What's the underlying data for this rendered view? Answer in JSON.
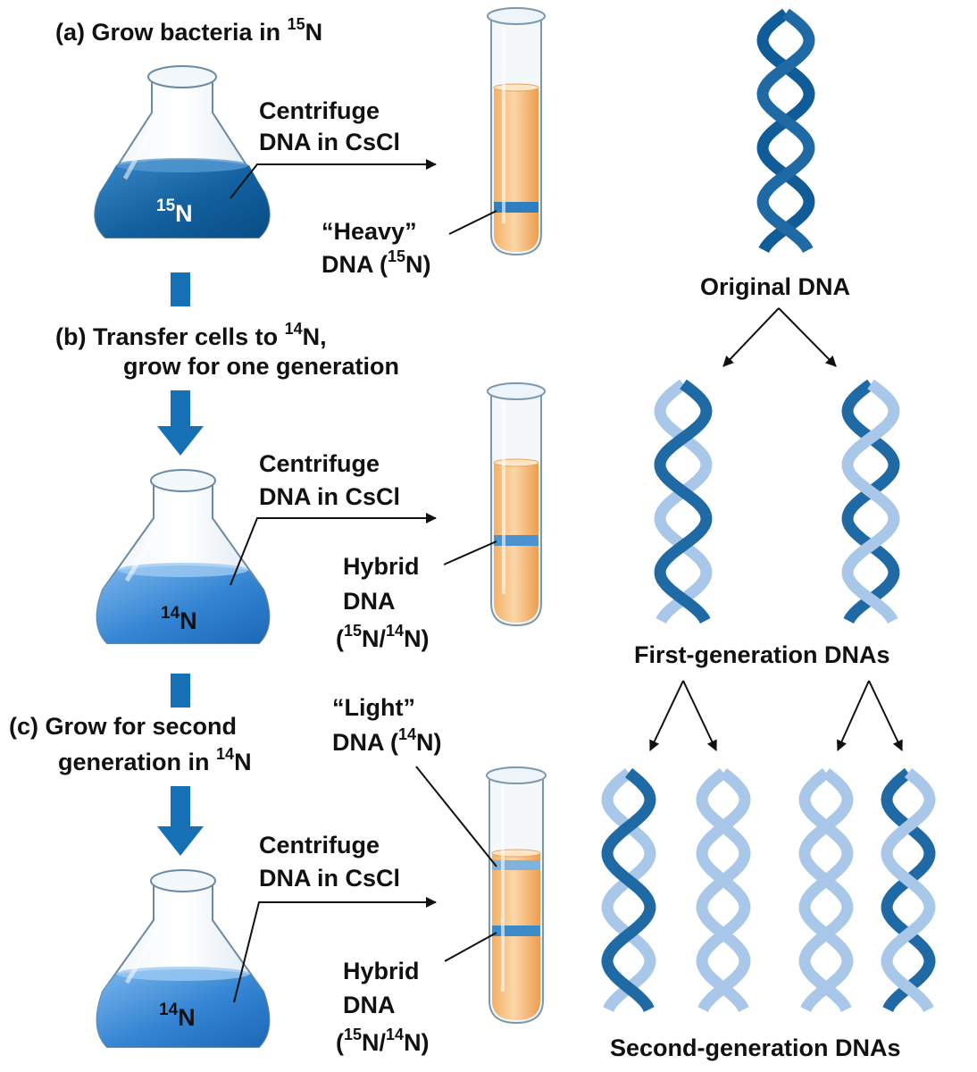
{
  "step_a": {
    "label": "(a) Grow bacteria in ",
    "sup": "15",
    "after": "N"
  },
  "step_b": {
    "line1": "(b) Transfer cells to ",
    "sup": "14",
    "after": "N,",
    "line2": "grow for one generation"
  },
  "step_c": {
    "line1": "(c) Grow for second",
    "line2": "generation in ",
    "sup": "14",
    "after": "N"
  },
  "centrifuge": {
    "line1": "Centrifuge",
    "line2": "DNA in CsCl"
  },
  "flask_a": {
    "sup": "15",
    "base": "N"
  },
  "flask_b": {
    "sup": "14",
    "base": "N"
  },
  "flask_c": {
    "sup": "14",
    "base": "N"
  },
  "heavy": {
    "line1": "“Heavy”",
    "line2a": "DNA (",
    "sup": "15",
    "line2b": "N)"
  },
  "hybrid": {
    "line1": "Hybrid",
    "line2": "DNA",
    "l3a": "(",
    "sup1": "15",
    "l3b": "N/",
    "sup2": "14",
    "l3c": "N)"
  },
  "light": {
    "line1": "“Light”",
    "line2a": "DNA (",
    "sup": "14",
    "line2b": "N)"
  },
  "dna": {
    "original": "Original DNA",
    "first_gen": "First-generation DNAs",
    "second_gen": "Second-generation DNAs"
  },
  "colors": {
    "heavy_strand": "#1f6aa5",
    "light_strand": "#a9c7e9",
    "medium_dark": "#0f5c99",
    "medium_light": "#3c8fd6",
    "tube_fill": "#f6be80",
    "band": "#2f7fc0",
    "arrow": "#1670b4"
  }
}
